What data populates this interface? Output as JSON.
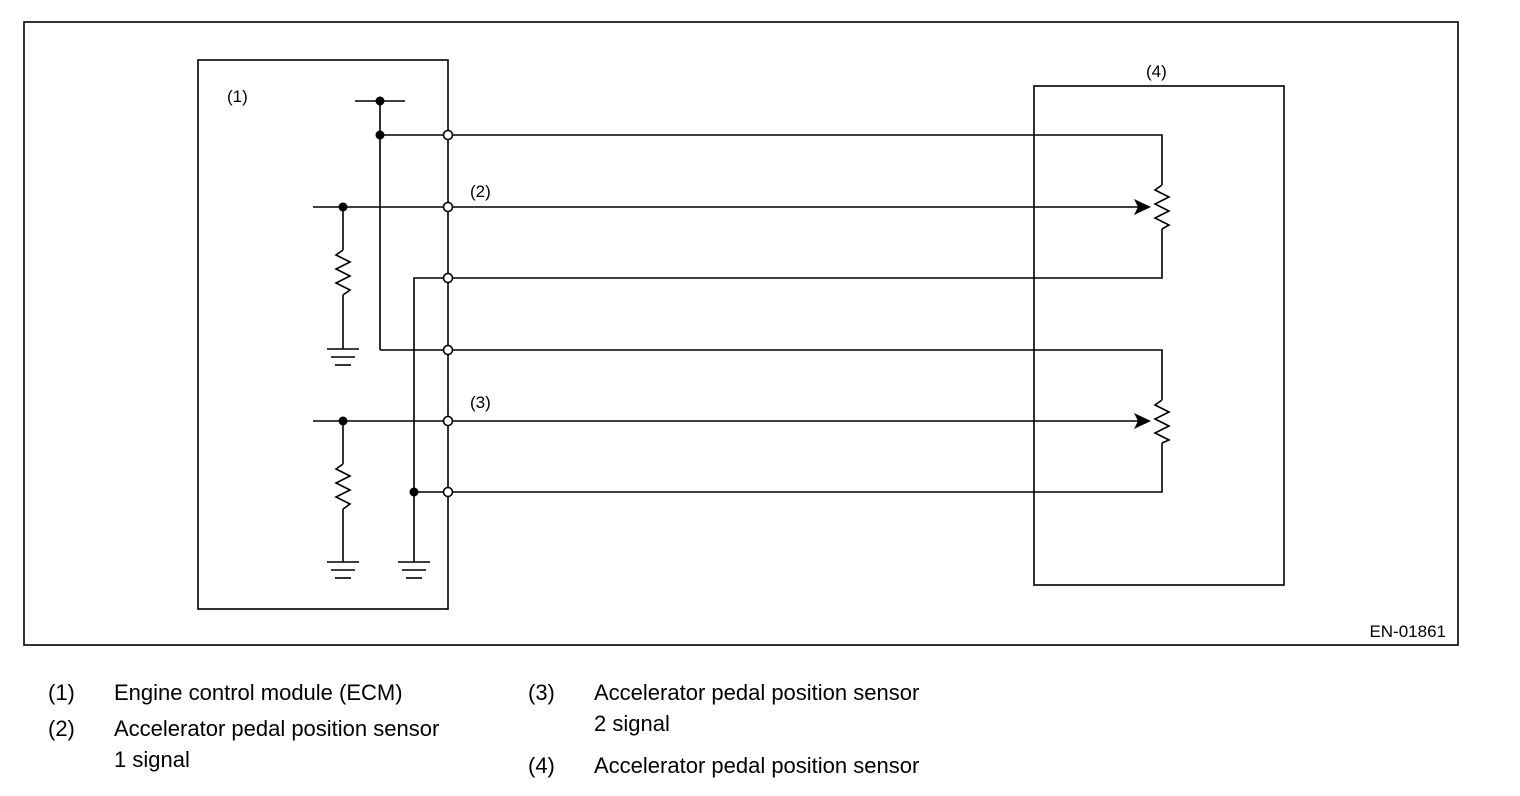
{
  "diagram": {
    "frame_code": "EN-01861",
    "labels": {
      "ecm": "(1)",
      "signal_1": "(2)",
      "signal_2": "(3)",
      "sensor": "(4)"
    }
  },
  "legend": [
    {
      "num": "(1)",
      "text": "Engine control module (ECM)"
    },
    {
      "num": "(2)",
      "text": "Accelerator pedal position sensor",
      "text2": "1 signal"
    },
    {
      "num": "(3)",
      "text": "Accelerator pedal position sensor",
      "text2": "2 signal"
    },
    {
      "num": "(4)",
      "text": "Accelerator pedal position sensor"
    }
  ]
}
